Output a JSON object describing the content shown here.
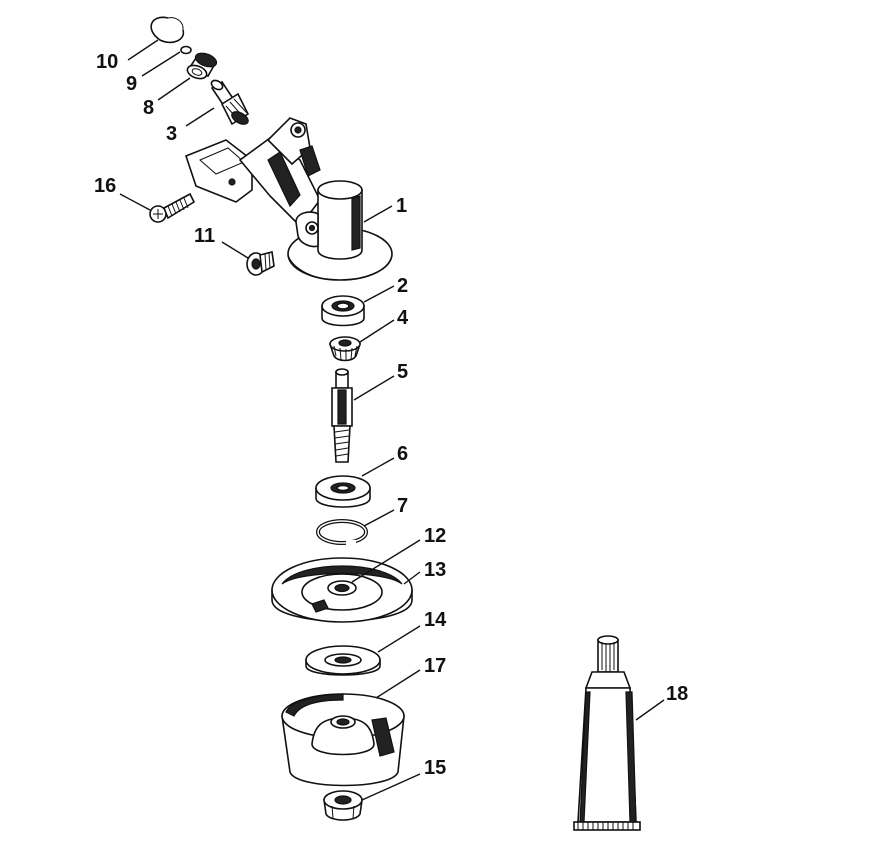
{
  "callouts": {
    "p1": "1",
    "p2": "2",
    "p3": "3",
    "p4": "4",
    "p5": "5",
    "p6": "6",
    "p7": "7",
    "p8": "8",
    "p9": "9",
    "p10": "10",
    "p11": "11",
    "p12": "12",
    "p13": "13",
    "p14": "14",
    "p15": "15",
    "p16": "16",
    "p17": "17",
    "p18": "18"
  }
}
